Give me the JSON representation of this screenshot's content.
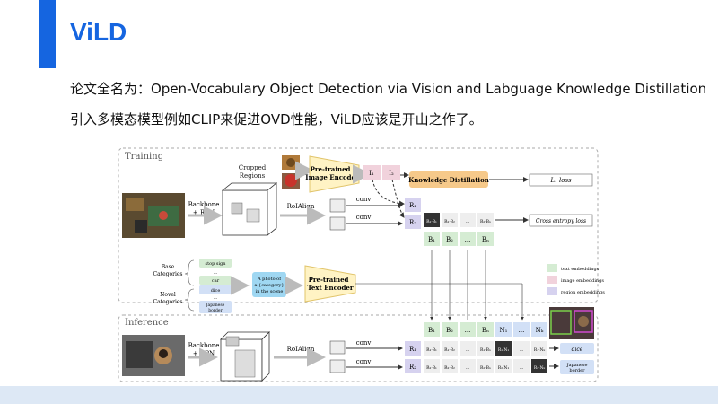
{
  "slide": {
    "title": "ViLD",
    "line1": "论文全名为：Open-Vocabulary Object Detection via Vision and Labguage Knowledge Distillation",
    "line2": "引入多模态模型例如CLIP来促进OVD性能，ViLD应该是开山之作了。"
  },
  "diagram": {
    "training_label": "Training",
    "inference_label": "Inference",
    "cropped_regions": [
      "Cropped",
      "Regions"
    ],
    "pretrained_image_encoder": [
      "Pre-trained",
      "Image Encoder"
    ],
    "pretrained_text_encoder": [
      "Pre-trained",
      "Text Encoder"
    ],
    "knowledge_distillation": "Knowledge Distillation",
    "l1_loss": "L₁ loss",
    "cross_entropy_loss": "Cross entropy loss",
    "backbone_rpn": [
      "Backbone",
      "+ RPN"
    ],
    "roialign": "RoIAlign",
    "conv": "conv",
    "i_tokens": [
      "I₁",
      "I₂"
    ],
    "r_tokens": [
      "R₁",
      "R₂"
    ],
    "train_products": [
      "R₂·B₁",
      "R₂·B₂",
      "...",
      "R₂·Bₙ"
    ],
    "base_embeddings": [
      "B₁",
      "B₂",
      "...",
      "Bₙ"
    ],
    "inference_embeddings": [
      "B₁",
      "B₂",
      "...",
      "Bₙ",
      "N₁",
      "...",
      "Nₖ"
    ],
    "inf_r1_products": [
      "R₁·B₁",
      "R₁·B₂",
      "...",
      "R₁·Bₙ",
      "R₁·N₁",
      "...",
      "R₁·Nₖ"
    ],
    "inf_r2_products": [
      "R₂·B₁",
      "R₂·B₂",
      "...",
      "R₂·Bₙ",
      "R₂·N₁",
      "...",
      "R₂·Nₖ"
    ],
    "base_categories_label": [
      "Base",
      "Categories"
    ],
    "novel_categories_label": [
      "Novel",
      "Categories"
    ],
    "base_categories": [
      "stop sign",
      "...",
      "car"
    ],
    "novel_categories": [
      "dice",
      "...",
      "Japanese",
      "border"
    ],
    "prompt": [
      "A photo of",
      "a {category}",
      "in the scene"
    ],
    "legend": [
      "text embeddings",
      "image embeddings",
      "region embeddings"
    ],
    "outputs": [
      "dice",
      "Japanese",
      "border"
    ]
  },
  "colors": {
    "accent": "#1565e0",
    "kd_box": "#f6c98a",
    "text_embedding": "#d5ecd3",
    "image_embedding": "#f1d2dc",
    "region_embedding": "#d6d2ef",
    "novel_embedding": "#d2e0f6",
    "encoder_box": "#fff3c4",
    "prompt_box": "#9fd7f2"
  }
}
